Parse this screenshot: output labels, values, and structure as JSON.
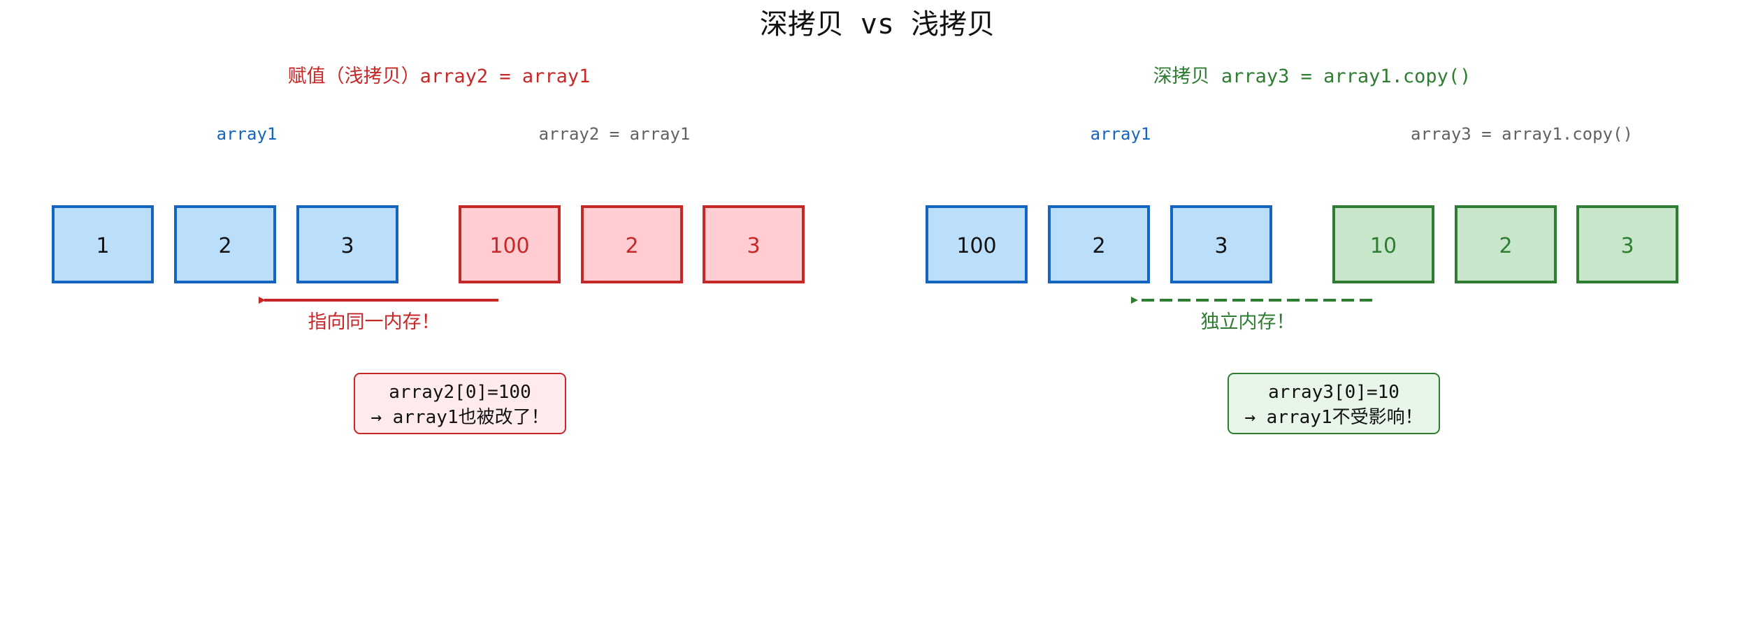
{
  "title": "深拷贝 vs 浅拷贝",
  "colors": {
    "blue_border": "#1565C0",
    "blue_fill": "#BBDEFB",
    "blue_text": "#1565C0",
    "red_border": "#C62828",
    "red_fill": "#FFCDD2",
    "red_text": "#C62828",
    "red_note_fill": "#FFEBEE",
    "green_border": "#2E7D32",
    "green_fill": "#C8E6C9",
    "green_text": "#2E7D32",
    "green_note_fill": "#E8F5E9",
    "gray_text": "#616161",
    "black": "#111111"
  },
  "left": {
    "heading": "赋值（浅拷贝）array2 = array1",
    "label_a": "array1",
    "label_b": "array2 = array1",
    "cells_a": [
      "1",
      "2",
      "3"
    ],
    "cells_b": [
      "100",
      "2",
      "3"
    ],
    "arrow_label": "指向同一内存！",
    "note_line1": "array2[0]=100",
    "note_line2": "→ array1也被改了！"
  },
  "right": {
    "heading": "深拷贝 array3 = array1.copy()",
    "label_a": "array1",
    "label_b": "array3 = array1.copy()",
    "cells_a": [
      "100",
      "2",
      "3"
    ],
    "cells_b": [
      "10",
      "2",
      "3"
    ],
    "arrow_label": "独立内存！",
    "note_line1": "array3[0]=10",
    "note_line2": "→ array1不受影响！"
  }
}
